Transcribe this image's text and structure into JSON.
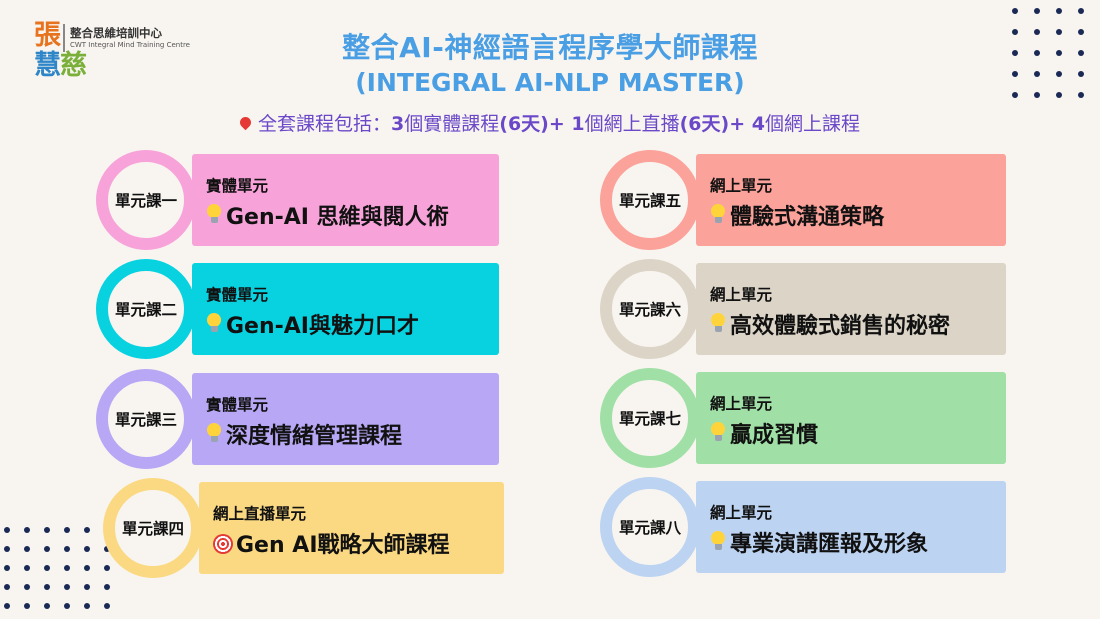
{
  "logo": {
    "char1": "張",
    "char2": "慧",
    "char3": "慈",
    "name_zh": "整合思維培訓中心",
    "name_en": "CWT Integral Mind Training Centre"
  },
  "title_main": "整合AI-神經語言程序學大師課程",
  "title_sub": "(INTEGRAL AI-NLP MASTER)",
  "summary": {
    "p1": "全套課程包括：",
    "n1": "3",
    "p2": "個實體課程",
    "d1": "(6天)+ 1",
    "p3": "個網上直播",
    "d2": "(6天)+ 4",
    "p4": "個網上課程"
  },
  "units": [
    {
      "label": "單元課一",
      "category": "實體單元",
      "course": "Gen-AI 思維與閱人術",
      "icon": "lightbulb-icon",
      "color": "#f7a3da"
    },
    {
      "label": "單元課二",
      "category": "實體單元",
      "course": "Gen-AI與魅力口才",
      "icon": "lightbulb-icon",
      "color": "#08d2e0"
    },
    {
      "label": "單元課三",
      "category": "實體單元",
      "course": "深度情緒管理課程",
      "icon": "lightbulb-icon",
      "color": "#b8a7f4"
    },
    {
      "label": "單元課四",
      "category": "網上直播單元",
      "course": "Gen AI戰略大師課程",
      "icon": "target-icon",
      "color": "#fad982"
    },
    {
      "label": "單元課五",
      "category": "網上單元",
      "course": "體驗式溝通策略",
      "icon": "lightbulb-icon",
      "color": "#fba29a"
    },
    {
      "label": "單元課六",
      "category": "網上單元",
      "course": "高效體驗式銷售的秘密",
      "icon": "lightbulb-icon",
      "color": "#dcd5c7"
    },
    {
      "label": "單元課七",
      "category": "網上單元",
      "course": "贏成習慣",
      "icon": "lightbulb-icon",
      "color": "#a0e0a6"
    },
    {
      "label": "單元課八",
      "category": "網上單元",
      "course": "專業演講匯報及形象",
      "icon": "lightbulb-icon",
      "color": "#bcd3f2"
    }
  ]
}
